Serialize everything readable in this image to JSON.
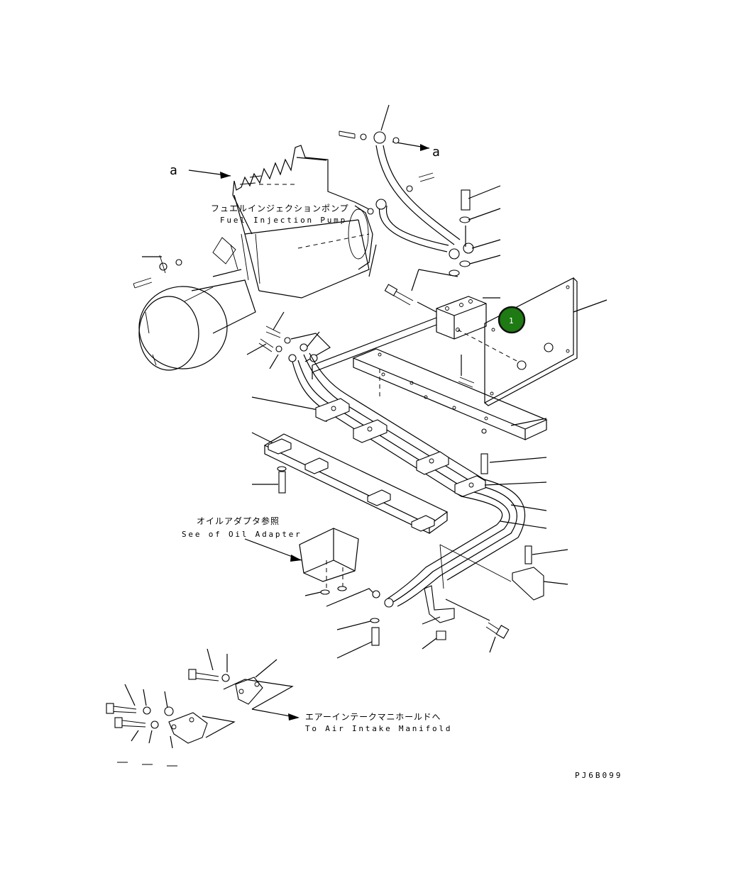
{
  "labels": {
    "arrow_a_left": "a",
    "arrow_a_right": "a",
    "pump_jp": "フュエルインジェクションポンプ",
    "pump_en": "Fuel Injection Pump",
    "oil_jp": "オイルアダプタ参照",
    "oil_en": "See of Oil Adapter",
    "intake_jp": "エアーインテークマニホールドへ",
    "intake_en": "To Air Intake Manifold",
    "drawing_code": "PJ6B099"
  },
  "callout": {
    "number": "1",
    "color": "#1e7a12",
    "border": "#111111"
  }
}
